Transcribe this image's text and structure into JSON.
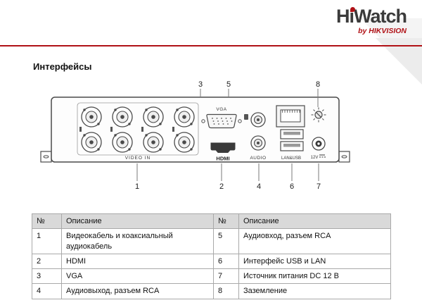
{
  "logo": {
    "brand": "HiWatch",
    "byline": "by HIKVISION"
  },
  "title": "Интерфейсы",
  "colors": {
    "accent_red": "#b01116",
    "table_header_bg": "#d9d9d9",
    "panel_outline": "#4a4a4a"
  },
  "diagram": {
    "port_labels": {
      "video_in": "VIDEO IN",
      "vga": "VGA",
      "hdmi": "HDMI",
      "audio": "AUDIO",
      "lan_usb": "LAN&USB",
      "power": "12V"
    },
    "callouts": {
      "c1": "1",
      "c2": "2",
      "c3": "3",
      "c4": "4",
      "c5": "5",
      "c6": "6",
      "c7": "7",
      "c8": "8"
    }
  },
  "table": {
    "headers": [
      "№",
      "Описание",
      "№",
      "Описание"
    ],
    "rows": [
      {
        "num_left": "1",
        "desc_left": "Видеокабель и коаксиальный аудиокабель",
        "num_right": "5",
        "desc_right": "Аудиовход, разъем RCA"
      },
      {
        "num_left": "2",
        "desc_left": "HDMI",
        "num_right": "6",
        "desc_right": "Интерфейс USB и LAN"
      },
      {
        "num_left": "3",
        "desc_left": "VGA",
        "num_right": "7",
        "desc_right": "Источник питания DC 12 В"
      },
      {
        "num_left": "4",
        "desc_left": "Аудиовыход, разъем RCA",
        "num_right": "8",
        "desc_right": "Заземление"
      }
    ]
  }
}
